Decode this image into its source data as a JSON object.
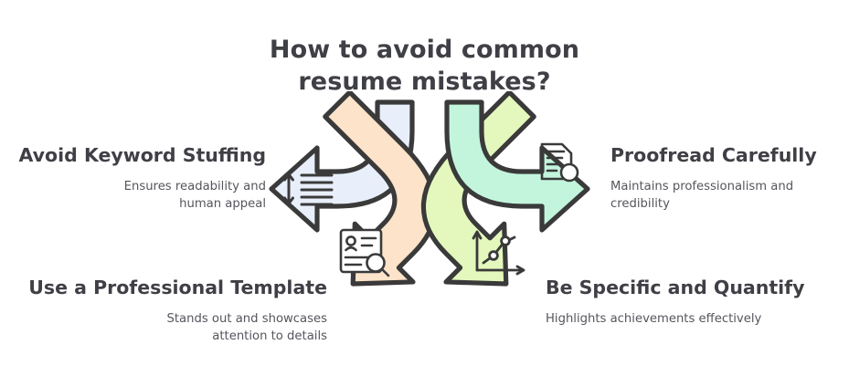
{
  "title": {
    "line1": "How to avoid common",
    "line2": "resume mistakes?"
  },
  "colors": {
    "stroke": "#3a3a3a",
    "text": "#3f3f46",
    "subtext": "#55555d",
    "background": "#ffffff",
    "arrow_blue": "#e8effa",
    "arrow_peach": "#fce3c9",
    "arrow_lime": "#e4f8bd",
    "arrow_mint": "#c3f5dd"
  },
  "items": [
    {
      "id": "keyword",
      "heading": "Avoid Keyword Stuffing",
      "sub_line1": "Ensures readability and",
      "sub_line2": "human appeal",
      "icon": "line-spacing-icon",
      "arrow_color": "#e8effa",
      "direction": "left"
    },
    {
      "id": "proofread",
      "heading": "Proofread Carefully",
      "sub_line1": "Maintains professionalism and",
      "sub_line2": "credibility",
      "icon": "document-search-icon",
      "arrow_color": "#c3f5dd",
      "direction": "right"
    },
    {
      "id": "template",
      "heading": "Use a Professional Template",
      "sub_line1": "Stands out and showcases",
      "sub_line2": "attention to details",
      "icon": "resume-profile-search-icon",
      "arrow_color": "#fce3c9",
      "direction": "down-left"
    },
    {
      "id": "quantify",
      "heading": "Be Specific and Quantify",
      "sub_line1": "Highlights achievements effectively",
      "sub_line2": "",
      "icon": "line-chart-icon",
      "arrow_color": "#e4f8bd",
      "direction": "down-right"
    }
  ]
}
